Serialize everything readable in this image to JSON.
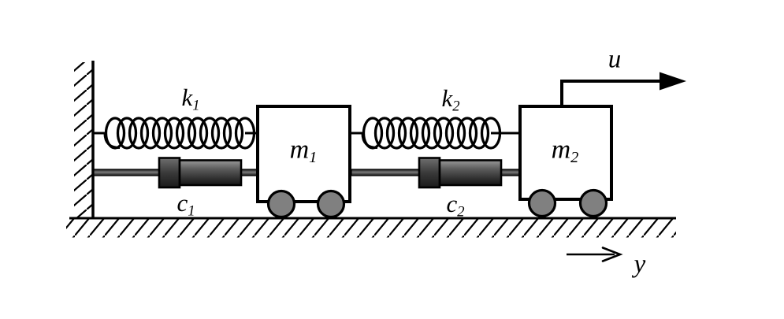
{
  "diagram_labels": {
    "spring1": {
      "base": "k",
      "sub": "1"
    },
    "spring2": {
      "base": "k",
      "sub": "2"
    },
    "damper1": {
      "base": "c",
      "sub": "1"
    },
    "damper2": {
      "base": "c",
      "sub": "2"
    },
    "mass1": {
      "base": "m",
      "sub": "1"
    },
    "mass2": {
      "base": "m",
      "sub": "2"
    },
    "force_input": "u",
    "displacement_output": "y"
  },
  "colors": {
    "line": "#000000",
    "wheel_fill": "#808080",
    "mass_fill": "#ffffff",
    "damper_body_light": "#999999",
    "damper_body_dark": "#161616",
    "background": "#ffffff"
  }
}
